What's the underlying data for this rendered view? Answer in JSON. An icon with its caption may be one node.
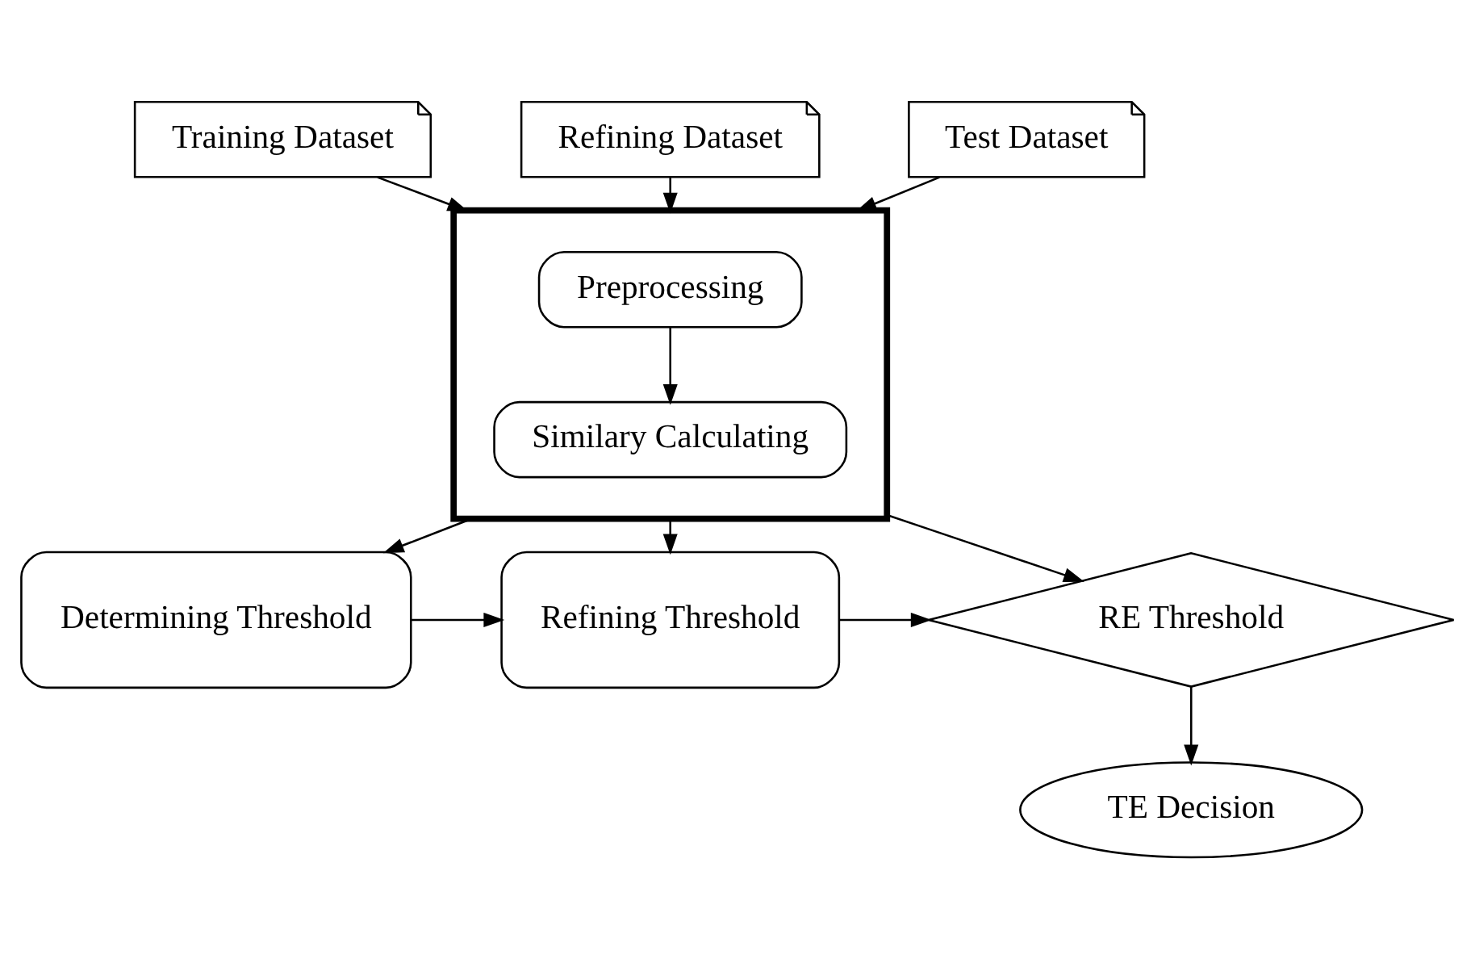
{
  "diagram": {
    "nodes": [
      {
        "text": [
          "Training Dataset"
        ]
      },
      {
        "text": [
          "Refining Dataset"
        ]
      },
      {
        "text": [
          "Test Dataset"
        ]
      },
      {
        "text": [],
        "shape": "box"
      },
      {
        "text": [
          "Preprocessing"
        ],
        "in": 3
      },
      {
        "text": [
          "Similary Calculating"
        ],
        "in": 3
      },
      {
        "text": [
          "Determining Threshold"
        ]
      },
      {
        "text": [
          "Refining Threshold"
        ]
      },
      {
        "text": [
          "RE Threshold"
        ]
      },
      {
        "text": [
          "TE Decision"
        ]
      }
    ],
    "edges": [
      {
        "from": 0,
        "to": 3,
        "arrow": "to"
      },
      {
        "from": 1,
        "to": 3,
        "arrow": "to"
      },
      {
        "from": 2,
        "to": 3,
        "arrow": "to"
      },
      {
        "from": 4,
        "to": 5,
        "arrow": "to"
      },
      {
        "from": 3,
        "to": 6,
        "arrow": "to"
      },
      {
        "from": 3,
        "to": 7,
        "arrow": "to"
      },
      {
        "from": 3,
        "to": 8,
        "arrow": "to"
      },
      {
        "from": 6,
        "to": 7,
        "arrow": "to"
      },
      {
        "from": 7,
        "to": 8,
        "arrow": "to"
      },
      {
        "from": 8,
        "to": 9,
        "arrow": "to"
      }
    ]
  }
}
